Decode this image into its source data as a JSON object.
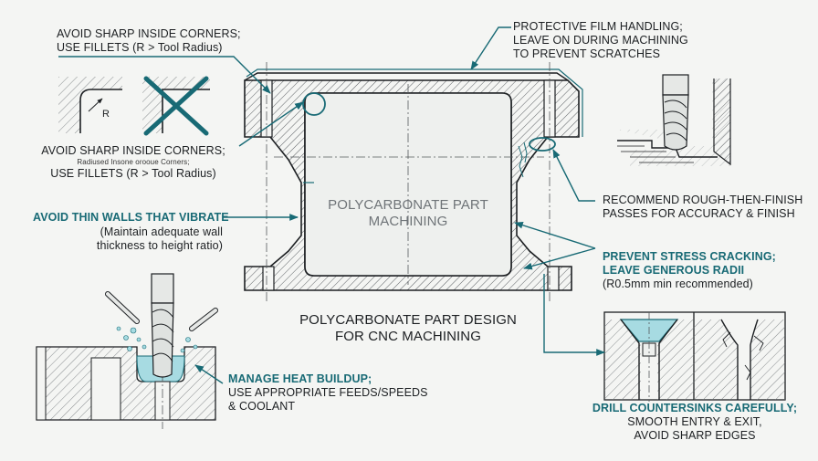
{
  "title": {
    "line1": "POLYCARBONATE PART DESIGN",
    "line2": "FOR CNC MACHINING"
  },
  "part_label": {
    "line1": "POLYCARBONATE PART",
    "line2": "MACHINING"
  },
  "callouts": {
    "sharp_corners_top": {
      "line1": "AVOID SHARP INSIDE CORNERS;",
      "line2": "USE FILLETS (R > Tool Radius)"
    },
    "fillet_detail": {
      "radius_label": "R"
    },
    "sharp_corners_mid": {
      "line1": "AVOID SHARP INSIDE CORNERS;",
      "note": "Radiused Insone oroouе Corners;",
      "line2": "USE FILLETS (R > Tool Radius)"
    },
    "thin_walls": {
      "heading": "AVOID THIN WALLS THAT VIBRATE",
      "line1": "(Maintain adequate wall",
      "line2": "thickness to height ratio)"
    },
    "heat": {
      "heading": "MANAGE HEAT BUILDUP;",
      "line1": "USE APPROPRIATE FEEDS/SPEEDS",
      "line2": "& COOLANT"
    },
    "film": {
      "line1": "PROTECTIVE FILM HANDLING;",
      "line2": "LEAVE ON DURING MACHINING",
      "line3": "TO PREVENT SCRATCHES"
    },
    "rough_finish": {
      "line1": "RECOMMEND ROUGH-THEN-FINISH",
      "line2": "PASSES FOR ACCURACY & FINISH"
    },
    "stress": {
      "heading1": "PREVENT STRESS CRACKING;",
      "heading2": "LEAVE GENEROUS RADII",
      "line1": "(R0.5mm min recommended)"
    },
    "countersink": {
      "heading": "DRILL COUNTERSINKS CAREFULLY;",
      "line1": "SMOOTH ENTRY & EXIT,",
      "line2": "AVOID SHARP EDGES"
    }
  },
  "colors": {
    "accent": "#186a75",
    "ink": "#1c1f22",
    "coolant": "#a7dbe2",
    "background": "#f4f5f3"
  }
}
